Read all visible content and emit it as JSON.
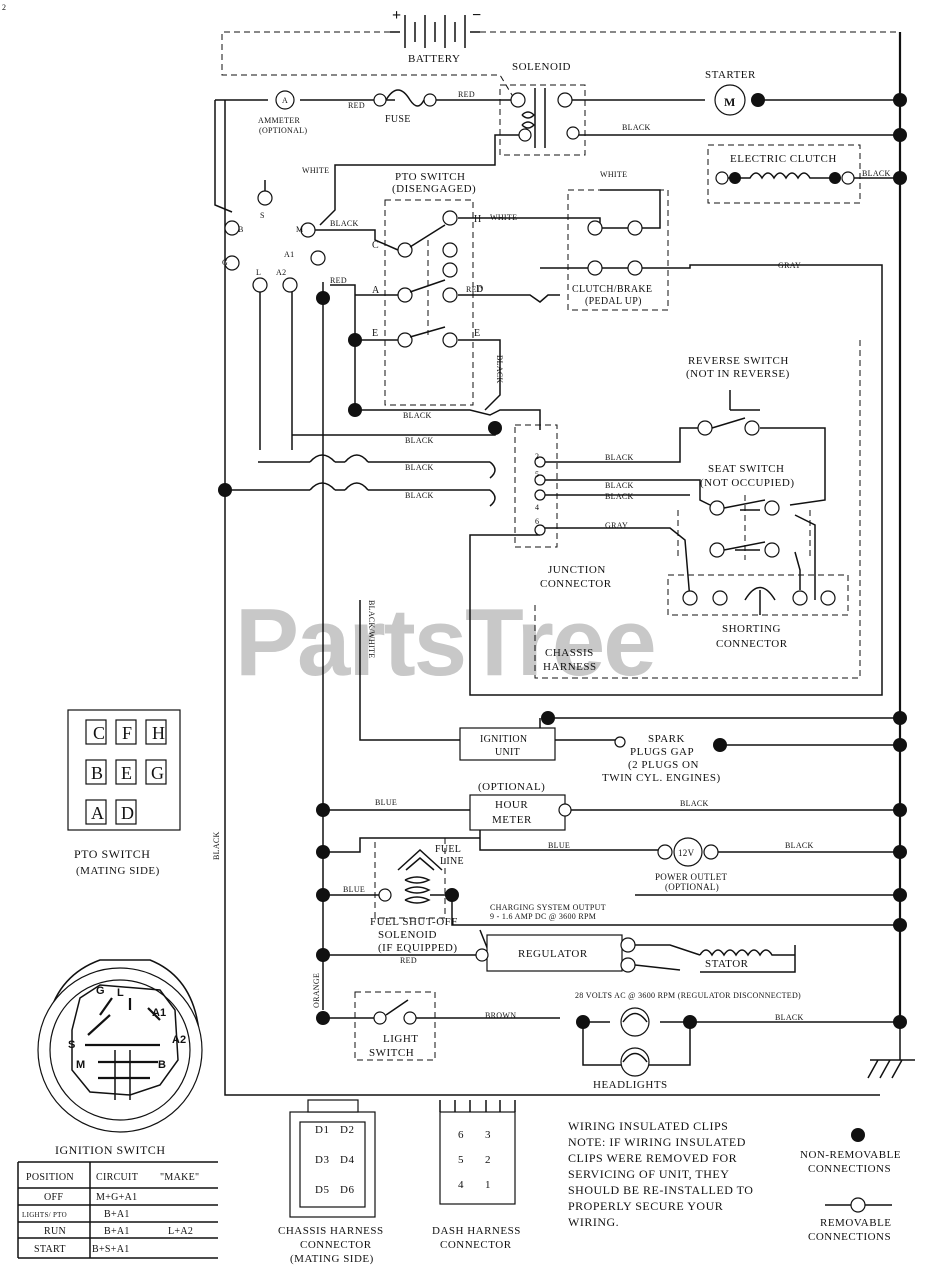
{
  "corner_mark": "2",
  "watermark": "PartsTree",
  "battery": {
    "label": "BATTERY",
    "plus": "+",
    "minus": "−"
  },
  "solenoid": {
    "label": "SOLENOID"
  },
  "starter": {
    "label": "STARTER",
    "symbol": "M"
  },
  "ammeter": {
    "label_1": "AMMETER",
    "label_2": "(OPTIONAL)",
    "symbol": "A"
  },
  "fuse": {
    "label": "FUSE"
  },
  "electric_clutch": {
    "label": "ELECTRIC CLUTCH"
  },
  "pto_switch_diagram": {
    "label_1": "PTO SWITCH",
    "label_2": "(DISENGAGED)",
    "pins": [
      "C",
      "H",
      "A",
      "D",
      "E",
      "E"
    ]
  },
  "clutch_brake": {
    "label_1": "CLUTCH/BRAKE",
    "label_2": "(PEDAL UP)"
  },
  "reverse_switch": {
    "label_1": "REVERSE SWITCH",
    "label_2": "(NOT IN REVERSE)"
  },
  "seat_switch": {
    "label_1": "SEAT SWITCH",
    "label_2": "(NOT OCCUPIED)"
  },
  "junction": {
    "label_1": "JUNCTION",
    "label_2": "CONNECTOR",
    "pins": [
      "2",
      "5",
      "4",
      "6"
    ]
  },
  "chassis_harness": {
    "label_1": "CHASSIS",
    "label_2": "HARNESS"
  },
  "shorting_connector": {
    "label_1": "SHORTING",
    "label_2": "CONNECTOR"
  },
  "ignition_unit": {
    "label_1": "IGNITION",
    "label_2": "UNIT"
  },
  "spark_plugs": {
    "line_1": "SPARK",
    "line_2": "PLUGS GAP",
    "line_3": "(2 PLUGS ON",
    "line_4": "TWIN CYL. ENGINES)"
  },
  "hour_meter": {
    "optional": "(OPTIONAL)",
    "line_1": "HOUR",
    "line_2": "METER"
  },
  "power_outlet": {
    "symbol": "12V",
    "line_1": "POWER OUTLET",
    "line_2": "(OPTIONAL)"
  },
  "fuel_line": {
    "line_1": "FUEL",
    "line_2": "LINE"
  },
  "fuel_solenoid": {
    "line_1": "FUEL SHUT-OFF",
    "line_2": "SOLENOID",
    "line_3": "(IF EQUIPPED)"
  },
  "charging": {
    "line_1": "CHARGING SYSTEM OUTPUT",
    "line_2": "9 - 1.6 AMP DC @ 3600 RPM"
  },
  "regulator": {
    "label": "REGULATOR"
  },
  "stator": {
    "label": "STATOR",
    "note": "28 VOLTS AC @ 3600 RPM (REGULATOR DISCONNECTED)"
  },
  "light_switch": {
    "line_1": "LIGHT",
    "line_2": "SWITCH"
  },
  "headlights": {
    "label": "HEADLIGHTS"
  },
  "ignition_pins": {
    "s": "S",
    "m": "M",
    "b": "B",
    "g": "G",
    "l": "L",
    "a1": "A1",
    "a2": "A2"
  },
  "wires": {
    "red_1": "RED",
    "red_2": "RED",
    "red_3": "RED",
    "red_4": "RED",
    "red_5": "RED",
    "white_1": "WHITE",
    "white_2": "WHITE",
    "white_3": "WHITE",
    "black_1": "BLACK",
    "black_2": "BLACK",
    "black_3": "BLACK",
    "black_4": "BLACK",
    "black_5": "BLACK",
    "black_6": "BLACK",
    "black_7": "BLACK",
    "black_8": "BLACK",
    "black_9": "BLACK",
    "black_10": "BLACK",
    "black_11": "BLACK",
    "black_12": "BLACK",
    "black_13": "BLACK",
    "black_14": "BLACK",
    "black_15": "BLACK",
    "gray_1": "GRAY",
    "gray_2": "GRAY",
    "blue_1": "BLUE",
    "blue_2": "BLUE",
    "blue_3": "BLUE",
    "brown": "BROWN",
    "orange": "ORANGE",
    "black_white": "BLACK/WHITE"
  },
  "pto_mating": {
    "title_1": "PTO SWITCH",
    "title_2": "(MATING SIDE)",
    "cells": [
      "C",
      "F",
      "H",
      "B",
      "E",
      "G",
      "A",
      "D"
    ]
  },
  "ignition_switch": {
    "title": "IGNITION SWITCH",
    "table_headers": [
      "POSITION",
      "CIRCUIT",
      "\"MAKE\""
    ],
    "table_rows": [
      [
        "OFF",
        "M+G+A1",
        ""
      ],
      [
        "LIGHTS/ PTO",
        "B+A1",
        ""
      ],
      [
        "RUN",
        "B+A1",
        "L+A2"
      ],
      [
        "START",
        "B+S+A1",
        ""
      ]
    ]
  },
  "chassis_connector": {
    "line_1": "CHASSIS HARNESS",
    "line_2": "CONNECTOR",
    "line_3": "(MATING SIDE)",
    "pins": [
      "D1",
      "D2",
      "D3",
      "D4",
      "D5",
      "D6"
    ]
  },
  "dash_connector": {
    "line_1": "DASH HARNESS",
    "line_2": "CONNECTOR",
    "pins": [
      "6",
      "3",
      "5",
      "2",
      "4",
      "1"
    ]
  },
  "note": {
    "line_1": "WIRING INSULATED CLIPS",
    "line_2": "NOTE: IF WIRING INSULATED",
    "line_3": "CLIPS WERE REMOVED FOR",
    "line_4": "SERVICING OF UNIT, THEY",
    "line_5": "SHOULD BE RE-INSTALLED TO",
    "line_6": "PROPERLY SECURE YOUR",
    "line_7": "WIRING."
  },
  "legend": {
    "non_removable_1": "NON-REMOVABLE",
    "non_removable_2": "CONNECTIONS",
    "removable_1": "REMOVABLE",
    "removable_2": "CONNECTIONS"
  }
}
